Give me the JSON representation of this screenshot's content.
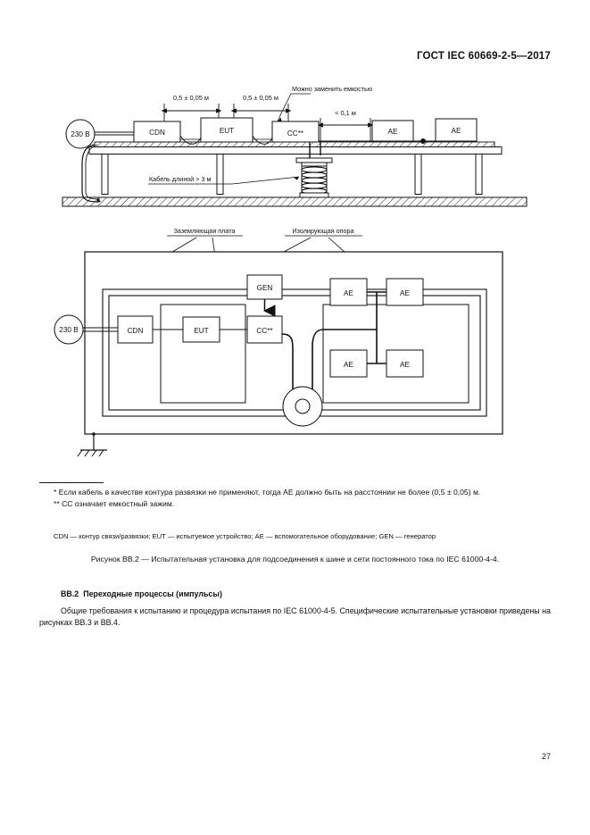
{
  "header": {
    "standard_title": "ГОСТ IEC 60669-2-5—2017"
  },
  "figure_top": {
    "name": "test-setup-side-view",
    "source_circle": "230 В",
    "dim_left": "0,5 ± 0,05 м",
    "dim_mid": "0,5 ± 0,05 м",
    "dim_right": "< 0,1 м",
    "note_capacitor": "Можно заменить емкостью",
    "note_cable": "Кабель длиной > 3 м",
    "boxes": {
      "cdn": "CDN",
      "eut": "EUT",
      "cc": "CC**",
      "ae1": "AE",
      "ae2": "AE"
    }
  },
  "figure_bottom": {
    "name": "test-setup-top-view",
    "source_circle": "230 В",
    "label_ground_plate": "Заземляющая плата",
    "label_insulating_support": "Изолирующая опора",
    "boxes": {
      "cdn": "CDN",
      "eut": "EUT",
      "cc": "CC**",
      "gen": "GEN",
      "ae1": "AE",
      "ae2": "AE",
      "ae3": "AE",
      "ae4": "AE"
    }
  },
  "footnotes": {
    "first": "* Если кабель в качестве контура развязки не применяют, тогда AE должно быть на расстоянии не более (0,5 ± 0,05) м.",
    "second": "** CC означает емкостный зажим."
  },
  "abbreviations": "CDN — контур связи/развязки; EUT — испытуемое устройство; AE — вспомогательное оборудование; GEN — генератор",
  "figure_caption": "Рисунок ВВ.2 — Испытательная установка для подсоединения к шине и сети постоянного тока по IEC 61000-4-4.",
  "section": {
    "number": "ВВ.2",
    "title": "Переходные процессы (импульсы)",
    "paragraph": "Общие требования к испытанию и процедура испытания по IEC 61000-4-5. Специфические испытательные установки приведены на рисунках ВВ.3 и ВВ.4."
  },
  "page_number": "27"
}
